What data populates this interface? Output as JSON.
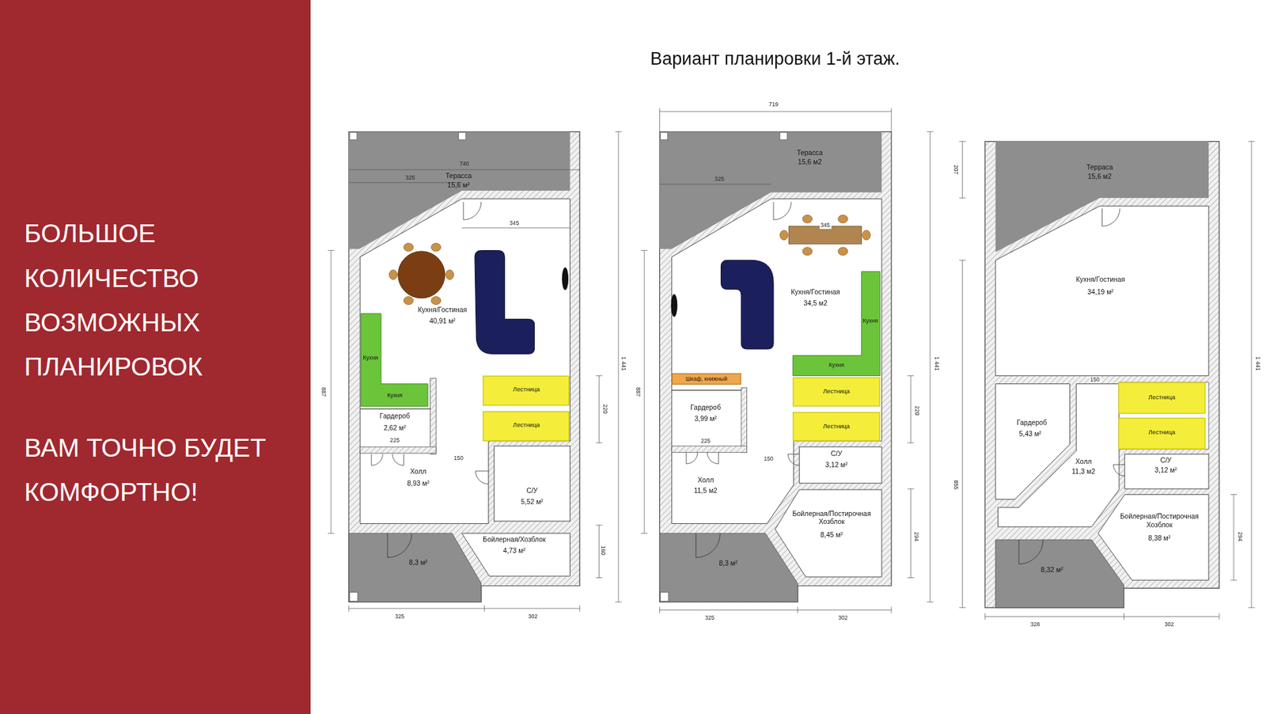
{
  "diagram": {
    "title": "Вариант планировки 1-й этаж.",
    "nodes": [
      {
        "text": [
          "БОЛЬШОЕ КОЛИЧЕСТВО ВОЗМОЖНЫХ ПЛАНИРОВОК",
          "ВАМ ТОЧНО БУДЕТ КОМФОРТНО!"
        ]
      },
      {
        "text": [
          "Терасса",
          "15,6 м²"
        ]
      },
      {
        "text": [
          "Кухня/Гостиная",
          "40,91 м²"
        ]
      },
      {
        "text": [
          "Кухня",
          "Кухня"
        ],
        "in": 2
      },
      {
        "text": [
          "Лестница"
        ]
      },
      {
        "text": [
          "Лестница"
        ]
      },
      {
        "text": [
          "Гардероб",
          "2,62 м²"
        ]
      },
      {
        "text": [
          "Холл",
          "8,93 м²"
        ]
      },
      {
        "text": [
          "С/У",
          "5,52 м²"
        ]
      },
      {
        "text": [
          "8,3 м²"
        ]
      },
      {
        "text": [
          "Бойлерная/Хозблок",
          "4,73 м²"
        ]
      },
      {
        "text": [
          "Терасса",
          "15,6 м2"
        ]
      },
      {
        "text": [
          "Кухня/Гостиная",
          "34,5 м2"
        ]
      },
      {
        "text": [
          "Кухня",
          "Кухня"
        ],
        "in": 12
      },
      {
        "text": [
          "Шкаф, книжный"
        ],
        "in": 12
      },
      {
        "text": [
          "Лестница"
        ]
      },
      {
        "text": [
          "Лестница"
        ]
      },
      {
        "text": [
          "Гардероб",
          "3,99 м²"
        ]
      },
      {
        "text": [
          "С/У",
          "3,12 м²"
        ]
      },
      {
        "text": [
          "Холл",
          "11,5 м2"
        ]
      },
      {
        "text": [
          "Бойлерная/Постирочная Хозблок",
          "8,45 м²"
        ]
      },
      {
        "text": [
          "8,3 м²"
        ]
      },
      {
        "text": [
          "Терраса",
          "15,6 м2"
        ]
      },
      {
        "text": [
          "Кухня/Гостиная",
          "34,19 м²"
        ]
      },
      {
        "text": [
          "Гардероб",
          "5,43 м²"
        ]
      },
      {
        "text": [
          "Холл",
          "11,3 м2"
        ]
      },
      {
        "text": [
          "Лестница"
        ]
      },
      {
        "text": [
          "Лестница"
        ]
      },
      {
        "text": [
          "С/У",
          "3,12 м²"
        ]
      },
      {
        "text": [
          "Бойлерная/Постирочная Хозблок",
          "8,38 м²"
        ]
      },
      {
        "text": [
          "8,32 м²"
        ]
      }
    ],
    "labels": [
      "740",
      "325",
      "345",
      "887",
      "1 441",
      "220",
      "225",
      "150",
      "160",
      "325",
      "302",
      "719",
      "325",
      "345",
      "887",
      "1 441",
      "220",
      "225",
      "150",
      "294",
      "325",
      "302",
      "207",
      "855",
      "1 441",
      "150",
      "294",
      "328",
      "302"
    ]
  }
}
